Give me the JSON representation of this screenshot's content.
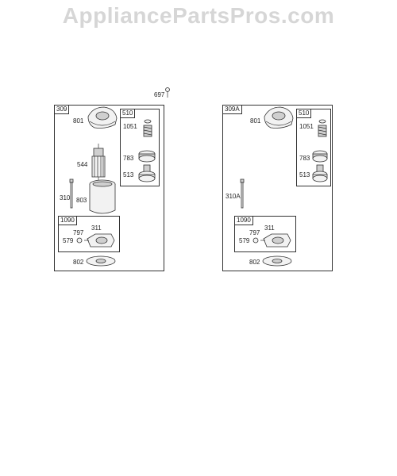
{
  "watermark": "AppliancePartsPros.com",
  "loose_part": {
    "number": "697"
  },
  "panel_left": {
    "id": "309",
    "top_group": {
      "id": "510",
      "items": [
        "1051",
        "783",
        "513"
      ]
    },
    "parts": {
      "housing_top": "801",
      "armature": "544",
      "bolt": "310",
      "cylinder": "803",
      "gasket": "802"
    },
    "bottom_group": {
      "id": "1090",
      "items": [
        "797",
        "311",
        "579"
      ]
    }
  },
  "panel_right": {
    "id": "309A",
    "top_group": {
      "id": "510",
      "items": [
        "1051",
        "783",
        "513"
      ]
    },
    "parts": {
      "housing_top": "801",
      "bolt": "310A",
      "gasket": "802"
    },
    "bottom_group": {
      "id": "1090",
      "items": [
        "797",
        "311",
        "579"
      ]
    }
  }
}
